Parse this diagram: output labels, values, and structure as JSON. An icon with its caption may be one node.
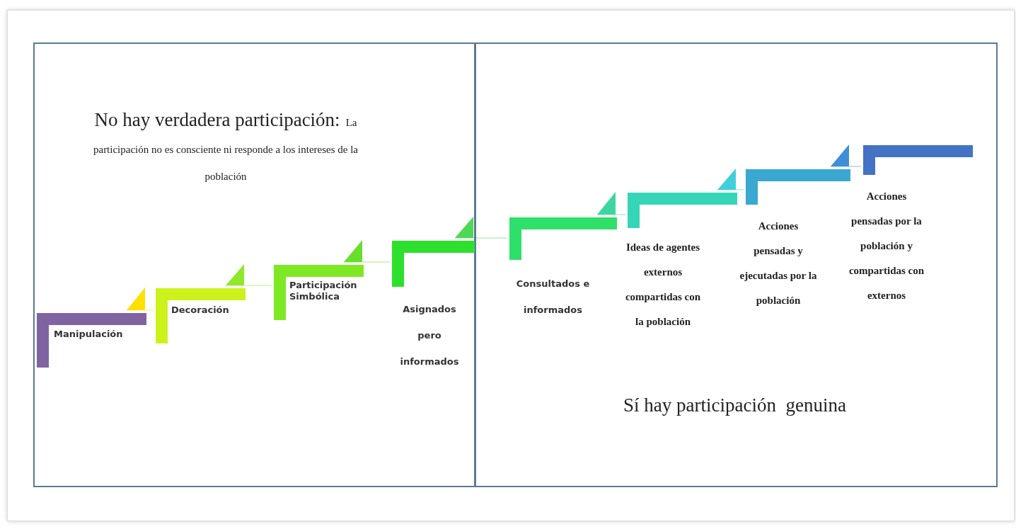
{
  "diagram": {
    "nodes": [
      {
        "text": [
          "No hay verdadera participación:",
          "La participación no es consciente ni responde a los intereses de la población"
        ]
      },
      {
        "text": [
          "Sí hay participación  genuina"
        ]
      },
      {
        "text": [
          "Manipulación"
        ],
        "in": 0
      },
      {
        "text": [
          "Decoración"
        ],
        "in": 0
      },
      {
        "text": [
          "Participación Simbólica"
        ],
        "in": 0
      },
      {
        "text": [
          "Asignados pero informados"
        ],
        "in": 0
      },
      {
        "text": [
          "Consultados e informados"
        ],
        "in": 1
      },
      {
        "text": [
          "Ideas de agentes externos compartidas con la población"
        ],
        "in": 1
      },
      {
        "text": [
          "Acciones pensadas y ejecutadas por la población"
        ],
        "in": 1
      },
      {
        "text": [
          "Acciones pensadas por la población y compartidas con externos"
        ],
        "in": 1
      }
    ],
    "edges": [
      {
        "from": 2,
        "to": 3,
        "arrow": "to",
        "color": "#ffe000"
      },
      {
        "from": 3,
        "to": 4,
        "arrow": "to",
        "color": "#8fe829"
      },
      {
        "from": 4,
        "to": 5,
        "arrow": "to",
        "color": "#66e02a"
      },
      {
        "from": 5,
        "to": 6,
        "arrow": "to",
        "color": "#4ed853"
      },
      {
        "from": 6,
        "to": 7,
        "arrow": "to",
        "color": "#3dd6a0"
      },
      {
        "from": 7,
        "to": 8,
        "arrow": "to",
        "color": "#40cfd8"
      },
      {
        "from": 8,
        "to": 9,
        "arrow": "to",
        "color": "#3f8fd8"
      }
    ]
  }
}
